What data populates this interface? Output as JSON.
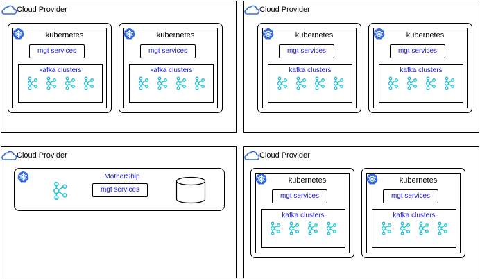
{
  "colors": {
    "accent_blue": "#1a1adc",
    "kafka_cyan": "#20c4d8",
    "k8s_blue": "#326ce5",
    "line": "#000000"
  },
  "icons": {
    "cloud": "cloud-icon",
    "kubernetes": "kubernetes-icon",
    "kafka": "kafka-icon",
    "database": "database-icon"
  },
  "regions": [
    {
      "title": "Cloud Provider",
      "clusters": [
        {
          "title": "kubernetes",
          "mgt": "mgt services",
          "kafka": "kafka clusters",
          "kafka_count": 4
        },
        {
          "title": "kubernetes",
          "mgt": "mgt services",
          "kafka": "kafka clusters",
          "kafka_count": 4
        }
      ]
    },
    {
      "title": "Cloud Provider",
      "clusters": [
        {
          "title": "kubernetes",
          "mgt": "mgt services",
          "kafka": "kafka clusters",
          "kafka_count": 4
        },
        {
          "title": "kubernetes",
          "mgt": "mgt services",
          "kafka": "kafka clusters",
          "kafka_count": 4
        }
      ]
    },
    {
      "title": "Cloud Provider",
      "mothership": {
        "title": "MotherShip",
        "mgt": "mgt services"
      }
    },
    {
      "title": "Cloud Provider",
      "clusters": [
        {
          "title": "kubernetes",
          "mgt": "mgt services",
          "kafka": "kafka clusters",
          "kafka_count": 4
        },
        {
          "title": "kubernetes",
          "mgt": "mgt services",
          "kafka": "kafka clusters",
          "kafka_count": 4
        }
      ]
    }
  ]
}
